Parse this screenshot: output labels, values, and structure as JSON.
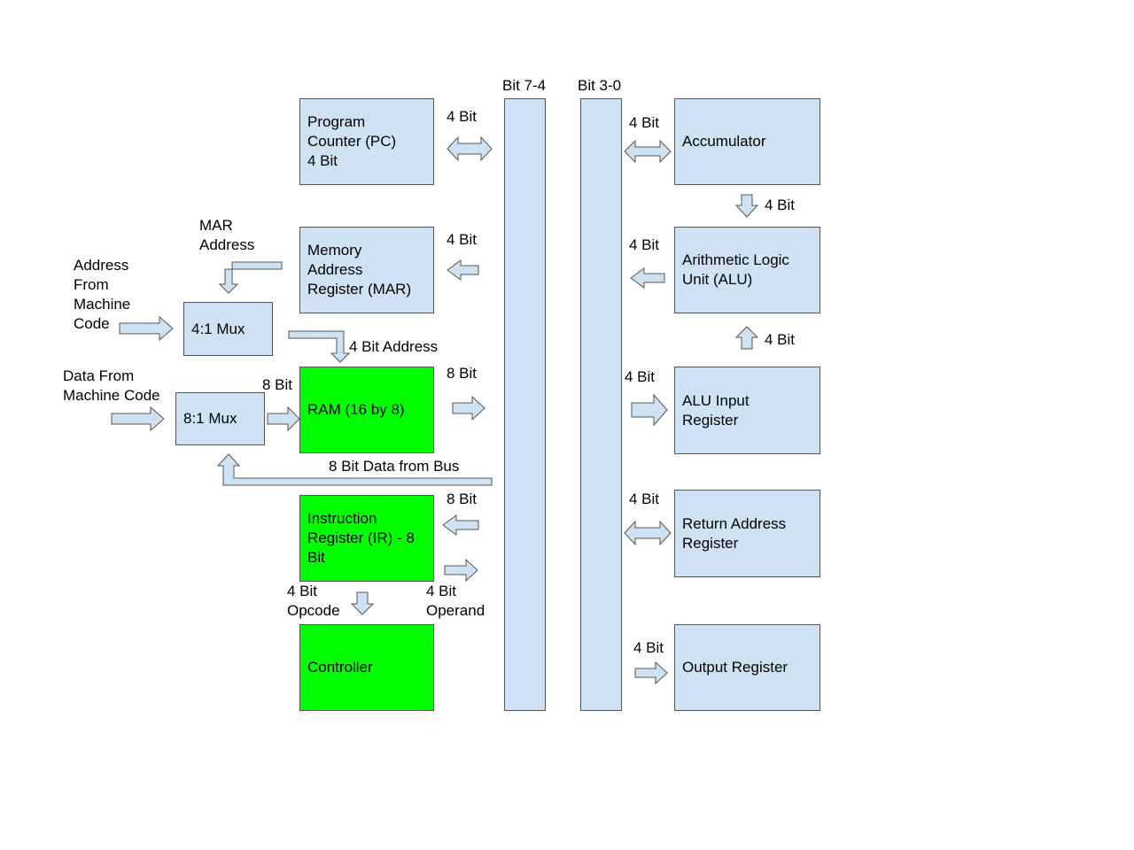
{
  "bus": {
    "high_label": "Bit 7-4",
    "low_label": "Bit 3-0"
  },
  "blocks": {
    "pc": "Program\nCounter (PC)\n4 Bit",
    "mar": "Memory\nAddress\nRegister (MAR)",
    "mux4": "4:1 Mux",
    "mux8": "8:1 Mux",
    "ram": "RAM (16 by 8)",
    "ir": "Instruction\nRegister (IR) - 8\nBit",
    "controller": "Controller",
    "accumulator": "Accumulator",
    "alu": "Arithmetic Logic\nUnit (ALU)",
    "alu_input": "ALU Input\nRegister",
    "return_address": "Return Address\nRegister",
    "output": "Output Register"
  },
  "labels": {
    "pc_bus": "4 Bit",
    "mar_bus": "4 Bit",
    "mar_address": "MAR\nAddress",
    "address_from_machine": "Address\nFrom\nMachine\nCode",
    "four_bit_address": "4 Bit Address",
    "data_from_machine": "Data From\nMachine Code",
    "mux_ram": "8 Bit",
    "ram_bus": "8 Bit",
    "data_from_bus": "8 Bit Data from Bus",
    "ir_bus": "8 Bit",
    "opcode": "4 Bit\nOpcode",
    "operand": "4 Bit\nOperand",
    "acc_bus": "4 Bit",
    "acc_alu": "4 Bit",
    "alu_bus": "4 Bit",
    "aluin_alu": "4 Bit",
    "aluin_bus": "4 Bit",
    "ret_bus": "4 Bit",
    "out_bus": "4 Bit"
  },
  "colors": {
    "register_fill": "#cfe2f3",
    "highlight_fill": "#00ff00",
    "outline": "#555555"
  }
}
